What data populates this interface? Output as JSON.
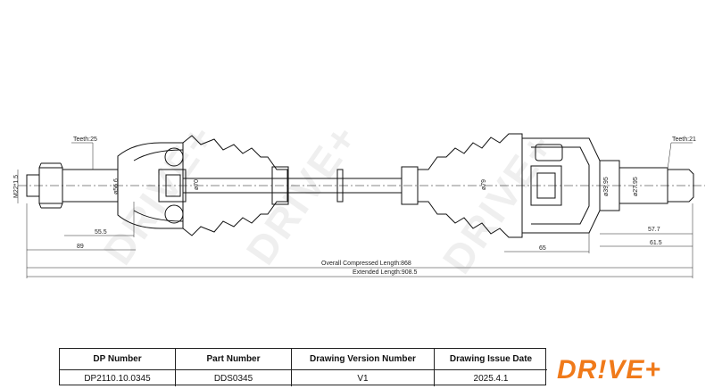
{
  "dimensions": {
    "m22": "M22*1.5",
    "teeth_left": "Teeth:25",
    "teeth_right": "Teeth:21",
    "d56_6": "ø56.6",
    "d70": "ø70",
    "d79": "ø79",
    "d39_95": "ø39.95",
    "d27_95": "ø27.95",
    "l55_5": "55.5",
    "l89": "89",
    "l65": "65",
    "l57_7": "57.7",
    "l61_5": "61.5",
    "compressed": "Overall Compressed Length:868",
    "extended": "Extended Length:908.5"
  },
  "watermark": "DRIVE+",
  "title_block": {
    "headers": [
      "DP Number",
      "Part Number",
      "Drawing Version Number",
      "Drawing Issue Date"
    ],
    "values": [
      "DP2110.10.0345",
      "DDS0345",
      "V1",
      "2025.4.1"
    ]
  },
  "logo": {
    "text": "DR!VE+",
    "color": "#f07a1a"
  }
}
